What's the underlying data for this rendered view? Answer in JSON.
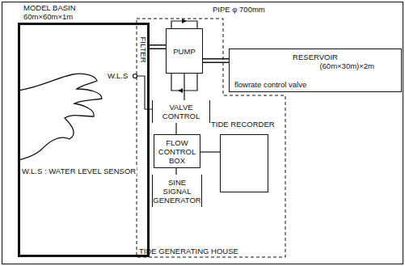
{
  "diagram": {
    "nodes": [
      {
        "text": [
          "MODEL BASIN 60m×60m×1m"
        ]
      },
      {
        "text": [
          "TIDE GENERATING HOUSE"
        ]
      },
      {
        "text": [
          "PUMP"
        ],
        "in": 1
      },
      {
        "text": [
          "RESERVOIR",
          "(60m×30m)×2m"
        ]
      },
      {
        "text": [
          "VALVE CONTROL"
        ],
        "in": 1
      },
      {
        "text": [
          "FLOW CONTROL BOX"
        ],
        "in": 1
      },
      {
        "text": [
          "SINE SIGNAL GENERATOR"
        ],
        "in": 1
      },
      {
        "text": [
          "TIDE RECORDER"
        ],
        "in": 1
      }
    ],
    "edges": [
      {
        "from": 0,
        "to": 2,
        "arrow": "none"
      },
      {
        "from": 2,
        "to": 3,
        "arrow": "none"
      },
      {
        "from": 4,
        "to": 2,
        "arrow": "none"
      },
      {
        "from": 5,
        "to": 4,
        "arrow": "none"
      },
      {
        "from": 6,
        "to": 5,
        "arrow": "none"
      },
      {
        "from": 5,
        "to": 7,
        "arrow": "none"
      }
    ],
    "labels": [
      "PIPE φ 700mm",
      "W.L.S",
      "FILTER",
      "flowrate control valve",
      "W.L.S : WATER LEVEL SENSOR"
    ]
  }
}
